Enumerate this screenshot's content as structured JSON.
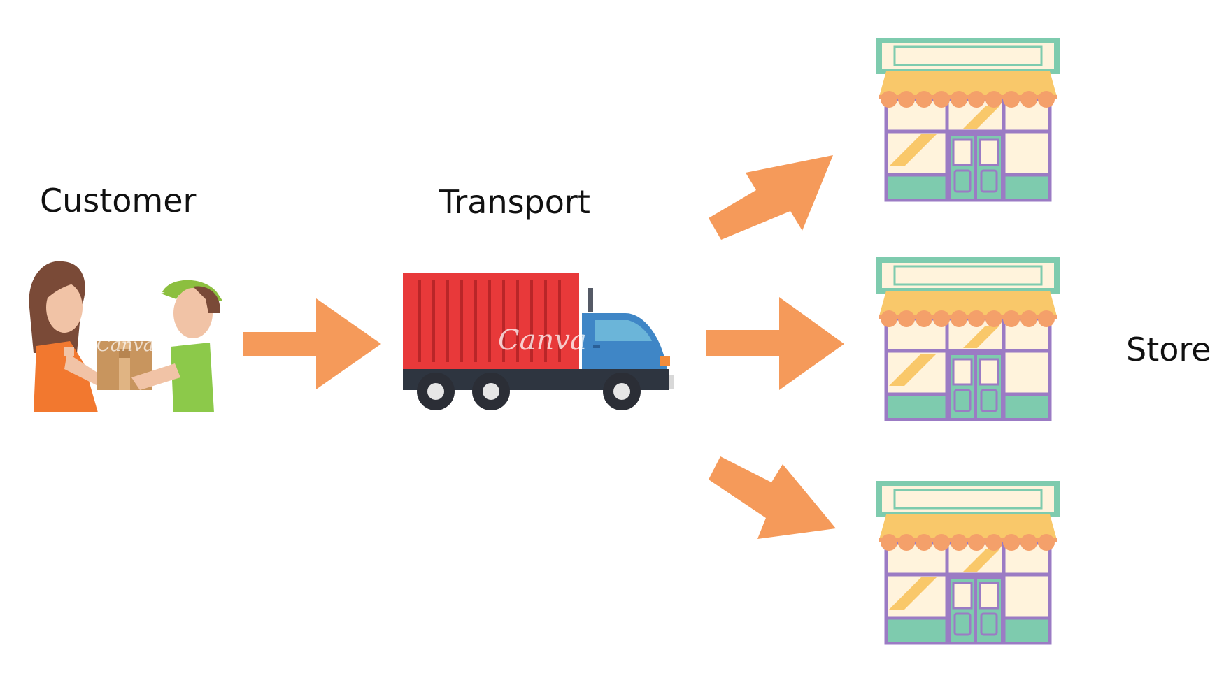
{
  "diagram": {
    "labels": {
      "customer": "Customer",
      "transport": "Transport",
      "store": "Store"
    },
    "watermarks": [
      "Canva",
      "Canva"
    ],
    "icons": {
      "customer": "people-handing-package-icon",
      "transport": "delivery-truck-icon",
      "store": "storefront-icon"
    },
    "colors": {
      "arrow": "#F59A5A",
      "truck_container": "#E8393A",
      "truck_cab": "#3F86C6",
      "awning": "#F9C86A",
      "awning_scallop": "#F4A06A",
      "store_frame": "#9B7BC4",
      "store_teal": "#7ECBAE",
      "store_cream": "#FFF3DC"
    }
  }
}
